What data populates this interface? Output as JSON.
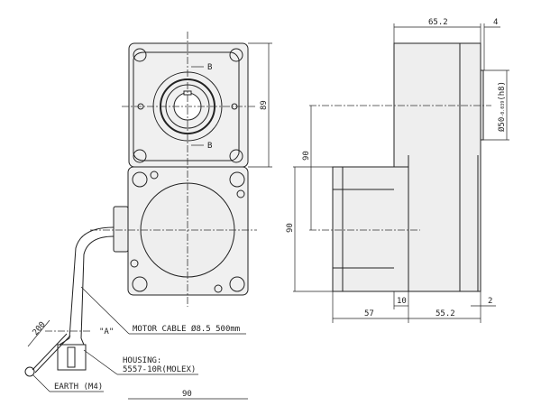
{
  "title": "Gear motor outline dimensions",
  "front_view": {
    "section_mark_top": "B",
    "section_mark_bottom": "B",
    "dim_flange_height": "89",
    "dim_width": "90",
    "dim_cable_branch": "200",
    "view_label_a": "\"A\""
  },
  "callouts": {
    "motor_cable": "MOTOR CABLE Ø8.5 500mm",
    "housing_line1": "HOUSING:",
    "housing_line2": "5557-10R(MOLEX)",
    "earth": "EARTH (M4)"
  },
  "side_view": {
    "dim_gear_length": "65.2",
    "dim_flange_thickness": "4",
    "dim_pilot_diameter": "Ø50",
    "dim_pilot_tolerance": "-0.039",
    "dim_pilot_fit": "(h8)",
    "dim_shaft_offset": "90",
    "dim_motor_height": "90",
    "dim_step": "10",
    "dim_motor_length": "57",
    "dim_gear_body": "55.2",
    "dim_gap": "2"
  }
}
